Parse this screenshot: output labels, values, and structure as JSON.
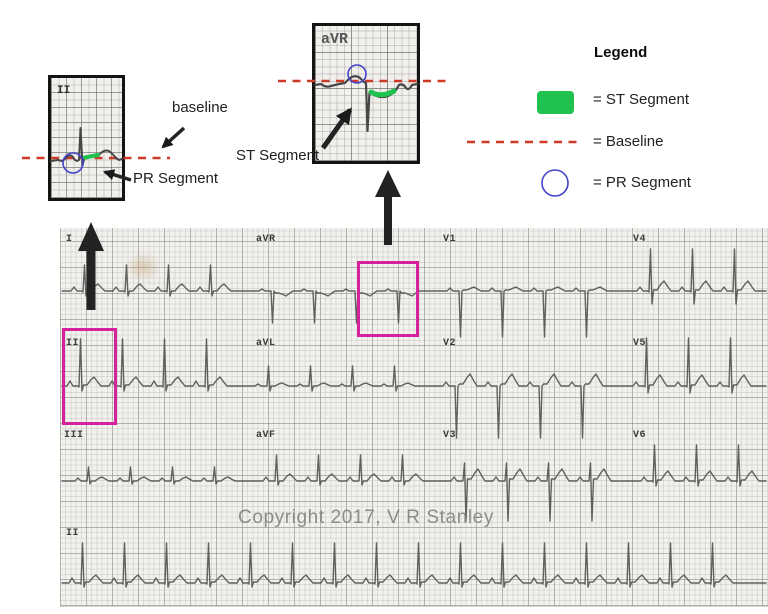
{
  "colors": {
    "st_green": "#1fc24f",
    "baseline_red": "#cf3a28",
    "pr_blue": "#4343cd",
    "highlight_magenta": "#d6219c",
    "arrow_black": "#232323",
    "trace_gray": "#555555"
  },
  "annotations": {
    "baseline_label": "baseline",
    "pr_segment_label": "PR Segment",
    "st_segment_label": "ST Segment"
  },
  "insets": {
    "lead2": {
      "label": "II"
    },
    "avr": {
      "label": "aVR"
    }
  },
  "legend": {
    "title": "Legend",
    "items": [
      {
        "symbol": "st-segment-swatch",
        "label": "= ST Segment"
      },
      {
        "symbol": "baseline-dash-sample",
        "label": "= Baseline"
      },
      {
        "symbol": "pr-circle-sample",
        "label": "= PR Segment"
      }
    ]
  },
  "ecg": {
    "watermark": "Copyright 2017, V R Stanley",
    "rows": [
      {
        "leads": [
          {
            "label": "I"
          },
          {
            "label": "aVR"
          },
          {
            "label": "V1"
          },
          {
            "label": "V4"
          }
        ]
      },
      {
        "leads": [
          {
            "label": "II"
          },
          {
            "label": "aVL"
          },
          {
            "label": "V2"
          },
          {
            "label": "V5"
          }
        ]
      },
      {
        "leads": [
          {
            "label": "III"
          },
          {
            "label": "aVF"
          },
          {
            "label": "V3"
          },
          {
            "label": "V6"
          }
        ]
      },
      {
        "leads": [
          {
            "label": "II"
          }
        ]
      }
    ]
  }
}
